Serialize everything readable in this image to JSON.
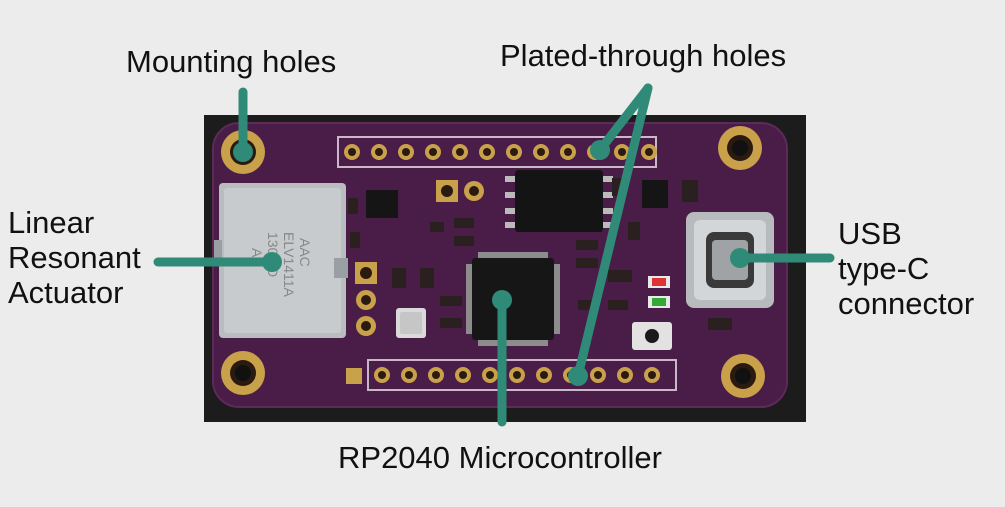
{
  "labels": {
    "mounting_holes": "Mounting holes",
    "plated_through_holes": "Plated-through holes",
    "lra_line1": "Linear",
    "lra_line2": "Resonant",
    "lra_line3": "Actuator",
    "usb_line1": "USB",
    "usb_line2": "type-C",
    "usb_line3": "connector",
    "mcu": "RP2040 Microcontroller"
  },
  "lra_markings": [
    "AAC",
    "ELV1411A",
    "1308 D",
    "A"
  ],
  "colors": {
    "background": "#ececec",
    "board_backing": "#1a1a1a",
    "pcb": "#4a1c48",
    "callout": "#2f8a78",
    "gold": "#c9a14a"
  }
}
